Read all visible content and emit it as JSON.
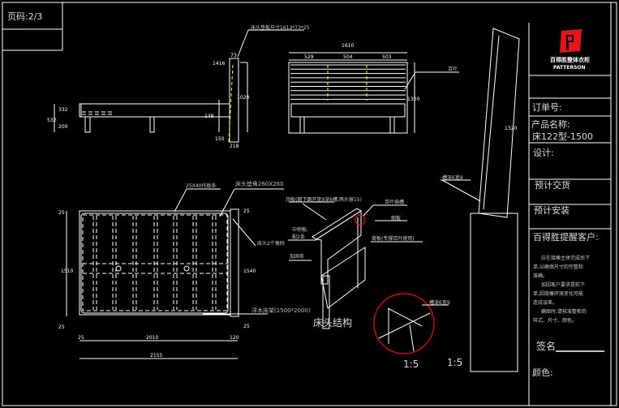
{
  "page_code": "页码:2/3",
  "side_view": {
    "label": "床头垫板尺寸1613*73*25",
    "dims": [
      "73",
      "1416",
      "532",
      "332",
      "200",
      "1020",
      "148",
      "150",
      "218"
    ]
  },
  "front_view": {
    "total_width": "1610",
    "segments": [
      "529",
      "504",
      "503"
    ],
    "height": "1320",
    "label": "百叶"
  },
  "plan_view": {
    "label_slats": "25X40托板条",
    "label_corner": "床头垫角260X260",
    "label_corner_note": "床头2个角码",
    "label_frame": "洋木床架(1500*2000)",
    "width_inner": "2010",
    "width_right": "120",
    "width_left": "25",
    "width_total": "2155",
    "height_left": "1510",
    "height_right": "1540",
    "small_dims": [
      "25",
      "25",
      "25",
      "25"
    ]
  },
  "structure": {
    "title": "床头结构",
    "labels": [
      "顶板(朝下面开宽9深6槽,两头留15)",
      "百叶插槽",
      "侧板",
      "中侧板:",
      "配2条",
      "背板(专撑百叶使用)",
      "加固条"
    ],
    "detail_label": "槽深6宽9",
    "scale_1": "1:5"
  },
  "section": {
    "label": "槽深6宽9",
    "dim": "1320",
    "scale": "1:5"
  },
  "title_block": {
    "brand_cn": "百得胜整体衣柜",
    "brand_en": "PATTERSON",
    "order_no_label": "订单号:",
    "product_name_label": "产品名称:",
    "product_name_value": "床122型-1500",
    "design_label": "设计:",
    "delivery_label": "预计交货",
    "install_label": "预计安装",
    "reminder_title": "百得胜提醒客户:",
    "reminder_lines": [
      "应在接橡主体完成后下",
      "单,以确保尺寸的完整和",
      "准确。",
      "如因客户要求提前下",
      "单,因接橡环境变化可能",
      "造成误差。",
      "确图时,请核准整柜的",
      "样式、尺寸、颜色。"
    ],
    "sign_label": "签名",
    "color_label": "颜色:"
  },
  "colors": {
    "background": "#000000",
    "line": "#ffffff",
    "hidden": "#ffff00",
    "detail": "#ff0000",
    "logo": "#e8141c"
  }
}
